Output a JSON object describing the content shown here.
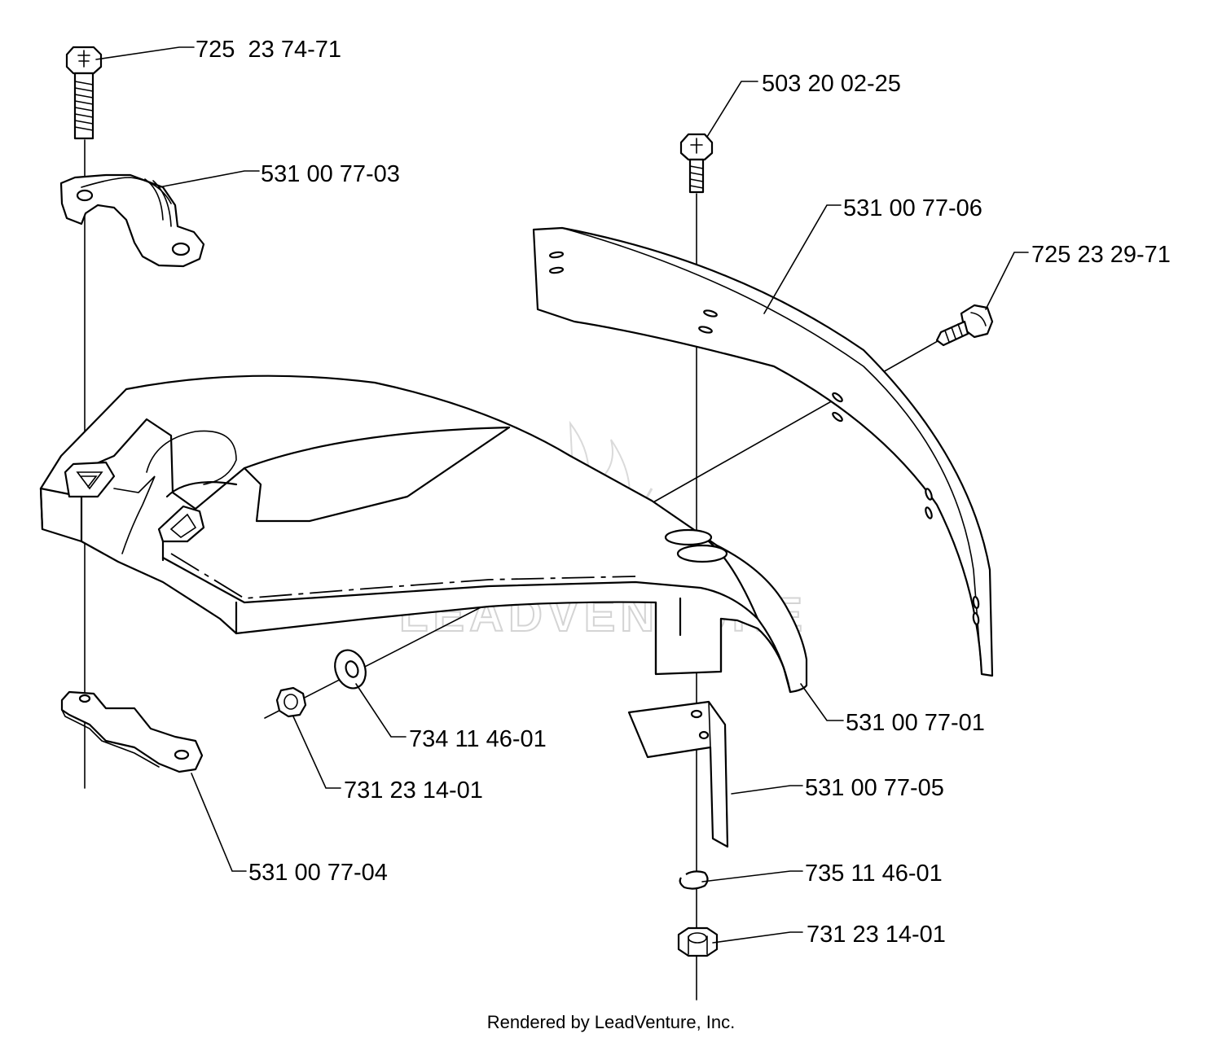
{
  "labels": {
    "screw_top_left": "725  23 74-71",
    "clamp_top": "531 00 77-03",
    "screw_center": "503 20 02-25",
    "guard_blade": "531 00 77-06",
    "screw_right": "725 23 29-71",
    "guard_body": "531 00 77-01",
    "washer": "734 11 46-01",
    "nut_left": "731 23 14-01",
    "bracket": "531 00 77-05",
    "clamp_bottom": "531 00 77-04",
    "lock_washer": "735 11 46-01",
    "nut_bottom": "731 23 14-01"
  },
  "watermark": "LEADVENTURE",
  "credit": "Rendered by LeadVenture, Inc."
}
